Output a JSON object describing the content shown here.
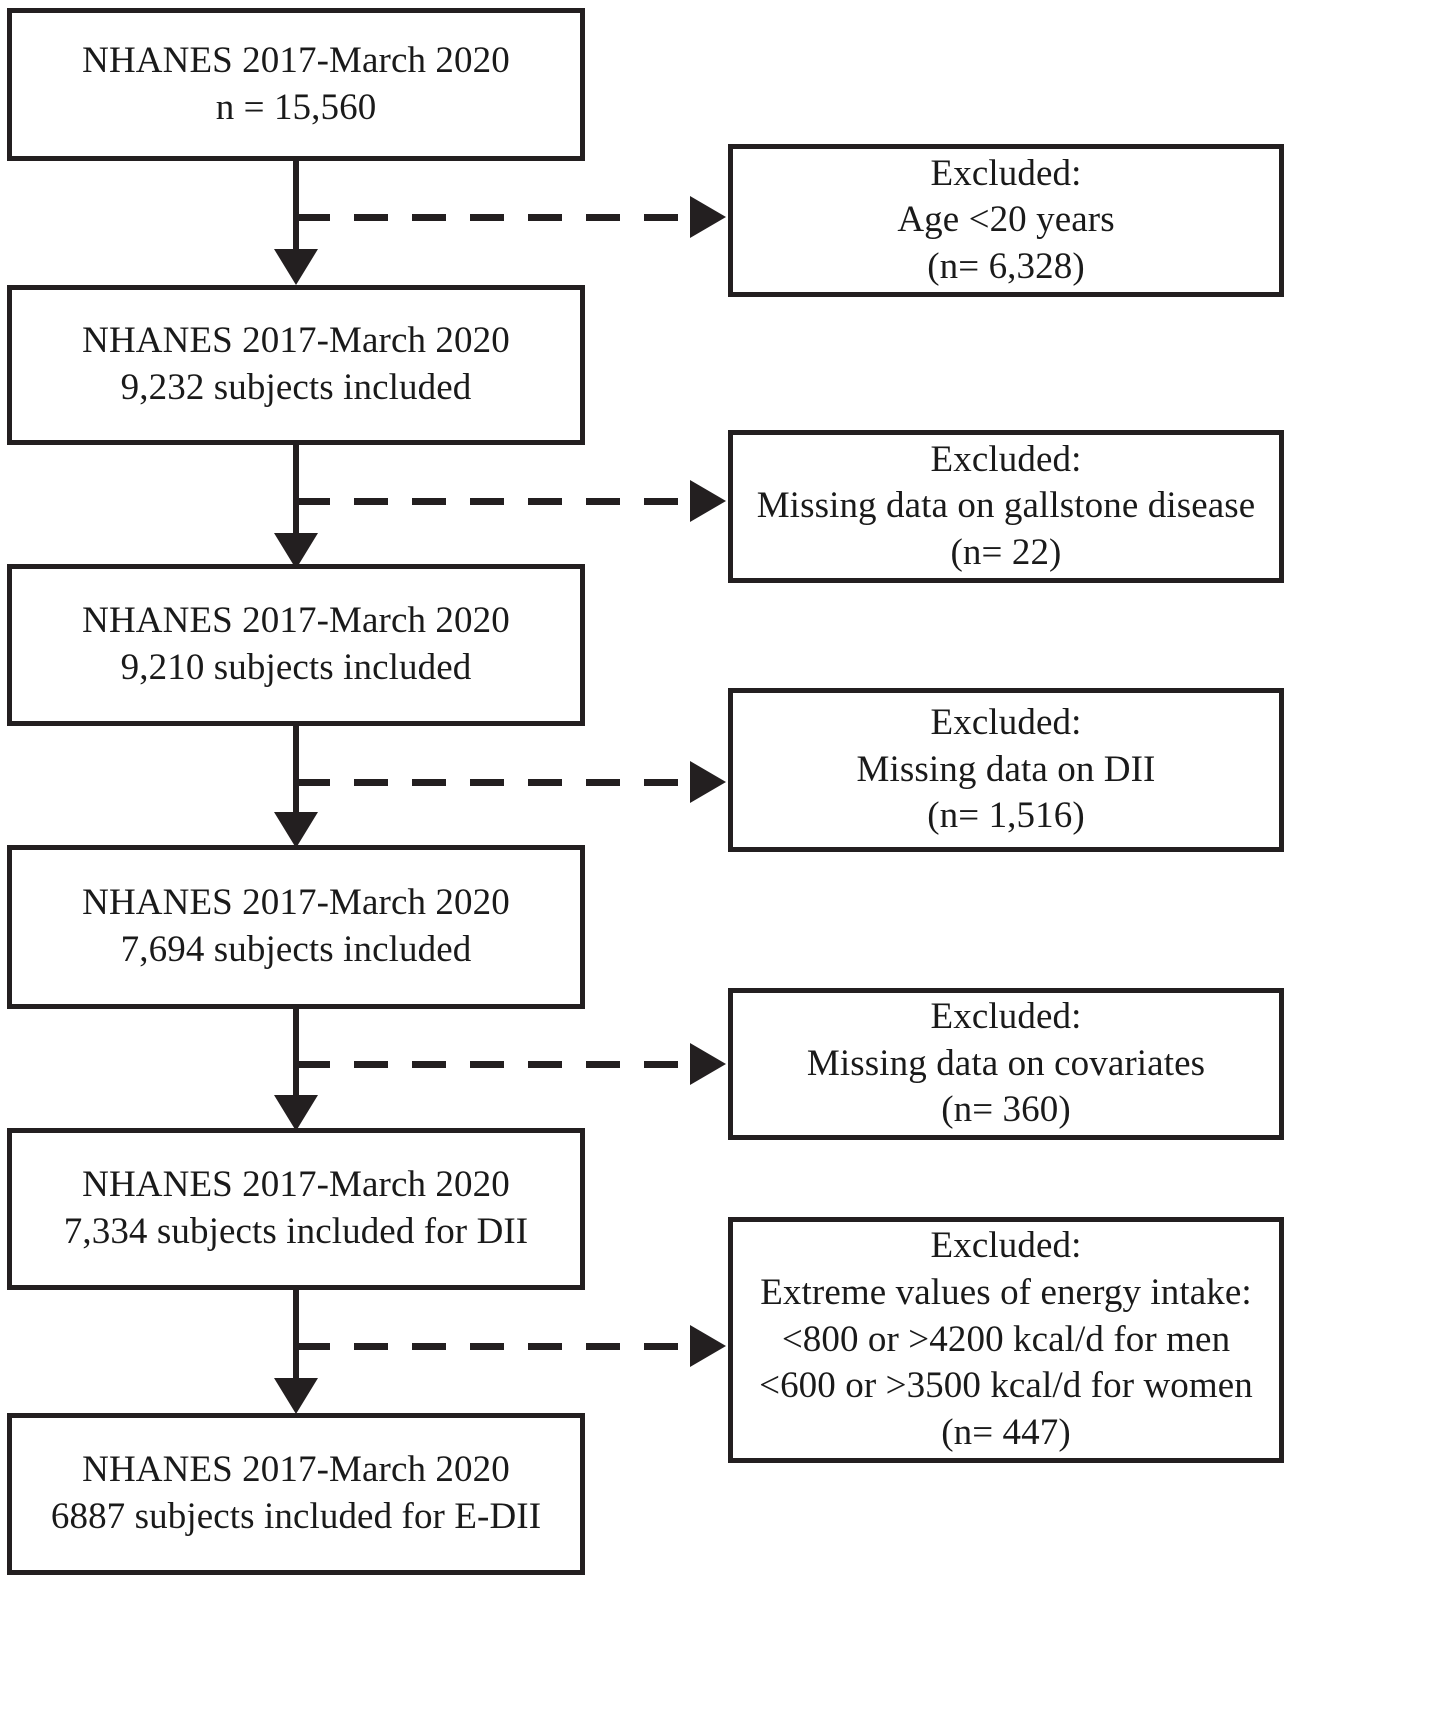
{
  "figure": {
    "type": "flowchart",
    "title": "NHANES participant selection flow diagram",
    "colors": {
      "stroke": "#231f20",
      "background": "#ffffff"
    }
  },
  "main_boxes": [
    {
      "id": "main-1",
      "lines": [
        "NHANES 2017-March 2020",
        "n = 15,560"
      ]
    },
    {
      "id": "main-2",
      "lines": [
        "NHANES 2017-March 2020",
        "9,232 subjects included"
      ]
    },
    {
      "id": "main-3",
      "lines": [
        "NHANES 2017-March 2020",
        "9,210 subjects included"
      ]
    },
    {
      "id": "main-4",
      "lines": [
        "NHANES 2017-March 2020",
        "7,694 subjects included"
      ]
    },
    {
      "id": "main-5",
      "lines": [
        "NHANES 2017-March 2020",
        "7,334 subjects included for DII"
      ]
    },
    {
      "id": "main-6",
      "lines": [
        "NHANES 2017-March 2020",
        "6887 subjects included for E-DII"
      ]
    }
  ],
  "exclusion_boxes": [
    {
      "id": "excl-1",
      "lines": [
        "Excluded:",
        "Age <20 years",
        "(n= 6,328)"
      ]
    },
    {
      "id": "excl-2",
      "lines": [
        "Excluded:",
        "Missing data on gallstone disease",
        "(n= 22)"
      ]
    },
    {
      "id": "excl-3",
      "lines": [
        "Excluded:",
        "Missing data on DII",
        "(n= 1,516)"
      ]
    },
    {
      "id": "excl-4",
      "lines": [
        "Excluded:",
        "Missing data on covariates",
        "(n= 360)"
      ]
    },
    {
      "id": "excl-5",
      "lines": [
        "Excluded:",
        "Extreme values of energy intake:",
        "<800 or >4200 kcal/d for men",
        "<600 or >3500 kcal/d for women",
        "(n= 447)"
      ]
    }
  ]
}
